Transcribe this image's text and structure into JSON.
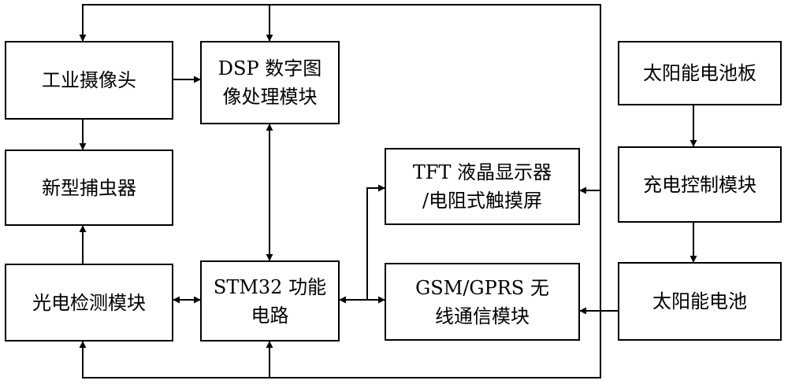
{
  "blocks": {
    "camera": "工业摄像头",
    "dsp": "DSP 数字图\n像处理模块",
    "trap": "新型捕虫器",
    "photo": "光电检测模块",
    "stm32": "STM32 功能\n电路",
    "tft": "TFT 液晶显示器\n/电阻式触摸屏",
    "gsm": "GSM/GPRS 无\n线通信模块",
    "solar_panel": "太阳能电池板",
    "charge_ctrl": "充电控制模块",
    "battery": "太阳能电池"
  },
  "colors": {
    "line": "#000000",
    "box_border": "#000000",
    "background": "#ffffff"
  }
}
